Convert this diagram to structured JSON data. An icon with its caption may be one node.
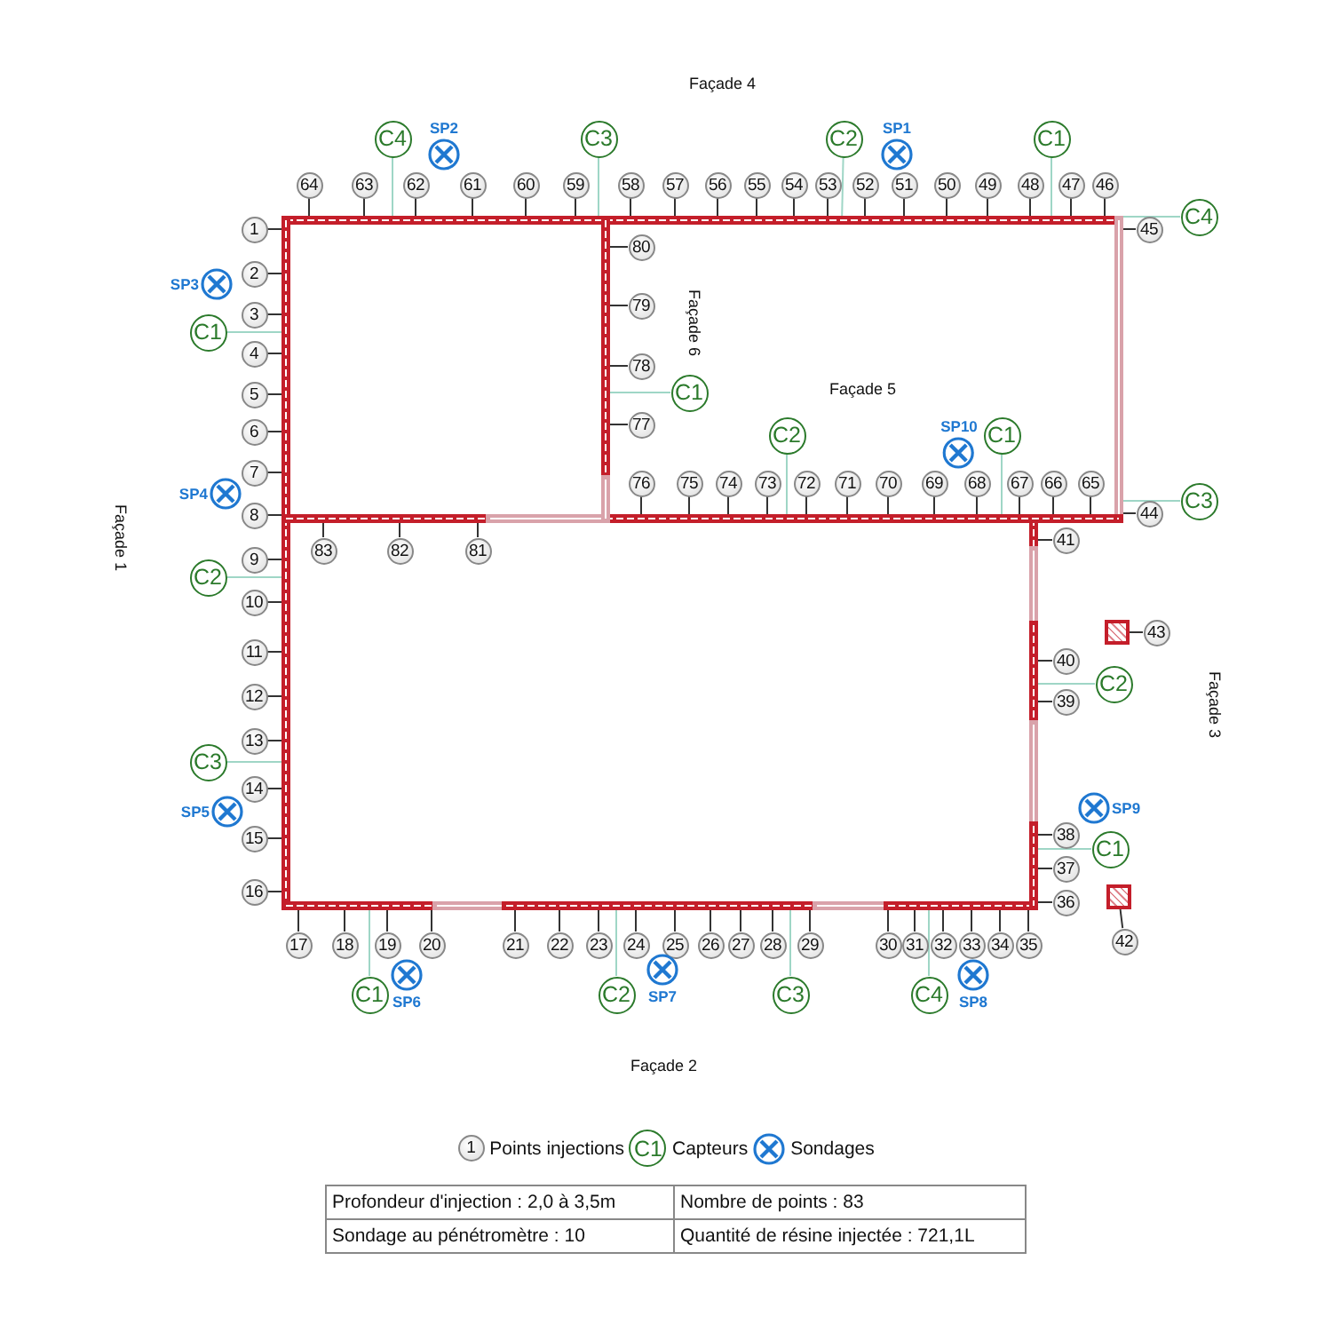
{
  "diagram": {
    "nodes": [
      {
        "text": [
          "1"
        ]
      },
      {
        "text": [
          "2"
        ]
      },
      {
        "text": [
          "3"
        ]
      },
      {
        "text": [
          "4"
        ]
      },
      {
        "text": [
          "5"
        ]
      },
      {
        "text": [
          "6"
        ]
      },
      {
        "text": [
          "7"
        ]
      },
      {
        "text": [
          "8"
        ]
      },
      {
        "text": [
          "9"
        ]
      },
      {
        "text": [
          "10"
        ]
      },
      {
        "text": [
          "11"
        ]
      },
      {
        "text": [
          "12"
        ]
      },
      {
        "text": [
          "13"
        ]
      },
      {
        "text": [
          "14"
        ]
      },
      {
        "text": [
          "15"
        ]
      },
      {
        "text": [
          "16"
        ]
      },
      {
        "text": [
          "17"
        ]
      },
      {
        "text": [
          "18"
        ]
      },
      {
        "text": [
          "19"
        ]
      },
      {
        "text": [
          "20"
        ]
      },
      {
        "text": [
          "21"
        ]
      },
      {
        "text": [
          "22"
        ]
      },
      {
        "text": [
          "23"
        ]
      },
      {
        "text": [
          "24"
        ]
      },
      {
        "text": [
          "25"
        ]
      },
      {
        "text": [
          "26"
        ]
      },
      {
        "text": [
          "27"
        ]
      },
      {
        "text": [
          "28"
        ]
      },
      {
        "text": [
          "29"
        ]
      },
      {
        "text": [
          "30"
        ]
      },
      {
        "text": [
          "31"
        ]
      },
      {
        "text": [
          "32"
        ]
      },
      {
        "text": [
          "33"
        ]
      },
      {
        "text": [
          "34"
        ]
      },
      {
        "text": [
          "35"
        ]
      },
      {
        "text": [
          "36"
        ]
      },
      {
        "text": [
          "37"
        ]
      },
      {
        "text": [
          "38"
        ]
      },
      {
        "text": [
          "39"
        ]
      },
      {
        "text": [
          "40"
        ]
      },
      {
        "text": [
          "41"
        ]
      },
      {
        "text": [
          "42"
        ]
      },
      {
        "text": [
          "43"
        ]
      },
      {
        "text": [
          "44"
        ]
      },
      {
        "text": [
          "45"
        ]
      },
      {
        "text": [
          "46"
        ]
      },
      {
        "text": [
          "47"
        ]
      },
      {
        "text": [
          "48"
        ]
      },
      {
        "text": [
          "49"
        ]
      },
      {
        "text": [
          "50"
        ]
      },
      {
        "text": [
          "51"
        ]
      },
      {
        "text": [
          "52"
        ]
      },
      {
        "text": [
          "53"
        ]
      },
      {
        "text": [
          "54"
        ]
      },
      {
        "text": [
          "55"
        ]
      },
      {
        "text": [
          "56"
        ]
      },
      {
        "text": [
          "57"
        ]
      },
      {
        "text": [
          "58"
        ]
      },
      {
        "text": [
          "59"
        ]
      },
      {
        "text": [
          "60"
        ]
      },
      {
        "text": [
          "61"
        ]
      },
      {
        "text": [
          "62"
        ]
      },
      {
        "text": [
          "63"
        ]
      },
      {
        "text": [
          "64"
        ]
      },
      {
        "text": [
          "65"
        ]
      },
      {
        "text": [
          "66"
        ]
      },
      {
        "text": [
          "67"
        ]
      },
      {
        "text": [
          "68"
        ]
      },
      {
        "text": [
          "69"
        ]
      },
      {
        "text": [
          "70"
        ]
      },
      {
        "text": [
          "71"
        ]
      },
      {
        "text": [
          "72"
        ]
      },
      {
        "text": [
          "73"
        ]
      },
      {
        "text": [
          "74"
        ]
      },
      {
        "text": [
          "75"
        ]
      },
      {
        "text": [
          "76"
        ]
      },
      {
        "text": [
          "77"
        ]
      },
      {
        "text": [
          "78"
        ]
      },
      {
        "text": [
          "79"
        ]
      },
      {
        "text": [
          "80"
        ]
      },
      {
        "text": [
          "81"
        ]
      },
      {
        "text": [
          "82"
        ]
      },
      {
        "text": [
          "83"
        ]
      },
      {
        "text": [],
        "shape": "box"
      },
      {
        "text": [],
        "shape": "box"
      },
      {
        "text": [
          "C4"
        ]
      },
      {
        "text": [
          "C3"
        ]
      },
      {
        "text": [
          "C2"
        ]
      },
      {
        "text": [
          "C1"
        ]
      },
      {
        "text": [
          "C4"
        ]
      },
      {
        "text": [
          "C3"
        ]
      },
      {
        "text": [
          "C1"
        ]
      },
      {
        "text": [
          "C1"
        ]
      },
      {
        "text": [
          "C2"
        ]
      },
      {
        "text": [
          "C1"
        ]
      },
      {
        "text": [
          "C2"
        ]
      },
      {
        "text": [
          "C3"
        ]
      },
      {
        "text": [
          "C2"
        ]
      },
      {
        "text": [
          "C1"
        ]
      },
      {
        "text": [
          "C1"
        ]
      },
      {
        "text": [
          "C2"
        ]
      },
      {
        "text": [
          "C3"
        ]
      },
      {
        "text": [
          "C4"
        ]
      },
      {
        "text": [
          "SP2"
        ]
      },
      {
        "text": [
          "SP1"
        ]
      },
      {
        "text": [
          "SP3"
        ]
      },
      {
        "text": [
          "SP4"
        ]
      },
      {
        "text": [
          "SP5"
        ]
      },
      {
        "text": [
          "SP6"
        ]
      },
      {
        "text": [
          "SP7"
        ]
      },
      {
        "text": [
          "SP8"
        ]
      },
      {
        "text": [
          "SP9"
        ]
      },
      {
        "text": [
          "SP10"
        ]
      },
      {
        "text": [],
        "shape": "bar"
      },
      {
        "text": [],
        "shape": "bar"
      },
      {
        "text": [],
        "shape": "bar"
      },
      {
        "text": [],
        "shape": "bar"
      },
      {
        "text": [],
        "shape": "bar"
      },
      {
        "text": [],
        "shape": "bar"
      },
      {
        "text": [],
        "shape": "bar"
      }
    ],
    "edges": [
      {
        "from": 0,
        "to": 114,
        "arrow": "none"
      },
      {
        "from": 1,
        "to": 114,
        "arrow": "none"
      },
      {
        "from": 2,
        "to": 114,
        "arrow": "none"
      },
      {
        "from": 3,
        "to": 114,
        "arrow": "none"
      },
      {
        "from": 4,
        "to": 114,
        "arrow": "none"
      },
      {
        "from": 5,
        "to": 114,
        "arrow": "none"
      },
      {
        "from": 6,
        "to": 114,
        "arrow": "none"
      },
      {
        "from": 7,
        "to": 114,
        "arrow": "none"
      },
      {
        "from": 8,
        "to": 114,
        "arrow": "none"
      },
      {
        "from": 9,
        "to": 114,
        "arrow": "none"
      },
      {
        "from": 10,
        "to": 114,
        "arrow": "none"
      },
      {
        "from": 11,
        "to": 114,
        "arrow": "none"
      },
      {
        "from": 12,
        "to": 114,
        "arrow": "none"
      },
      {
        "from": 13,
        "to": 114,
        "arrow": "none"
      },
      {
        "from": 14,
        "to": 114,
        "arrow": "none"
      },
      {
        "from": 15,
        "to": 114,
        "arrow": "none"
      },
      {
        "from": 16,
        "to": 115,
        "arrow": "none"
      },
      {
        "from": 17,
        "to": 115,
        "arrow": "none"
      },
      {
        "from": 18,
        "to": 115,
        "arrow": "none"
      },
      {
        "from": 19,
        "to": 115,
        "arrow": "none"
      },
      {
        "from": 20,
        "to": 115,
        "arrow": "none"
      },
      {
        "from": 21,
        "to": 115,
        "arrow": "none"
      },
      {
        "from": 22,
        "to": 115,
        "arrow": "none"
      },
      {
        "from": 23,
        "to": 115,
        "arrow": "none"
      },
      {
        "from": 24,
        "to": 115,
        "arrow": "none"
      },
      {
        "from": 25,
        "to": 115,
        "arrow": "none"
      },
      {
        "from": 26,
        "to": 115,
        "arrow": "none"
      },
      {
        "from": 27,
        "to": 115,
        "arrow": "none"
      },
      {
        "from": 28,
        "to": 115,
        "arrow": "none"
      },
      {
        "from": 29,
        "to": 115,
        "arrow": "none"
      },
      {
        "from": 30,
        "to": 115,
        "arrow": "none"
      },
      {
        "from": 31,
        "to": 115,
        "arrow": "none"
      },
      {
        "from": 32,
        "to": 115,
        "arrow": "none"
      },
      {
        "from": 33,
        "to": 115,
        "arrow": "none"
      },
      {
        "from": 34,
        "to": 115,
        "arrow": "none"
      },
      {
        "from": 35,
        "to": 116,
        "arrow": "none"
      },
      {
        "from": 36,
        "to": 116,
        "arrow": "none"
      },
      {
        "from": 37,
        "to": 116,
        "arrow": "none"
      },
      {
        "from": 38,
        "to": 116,
        "arrow": "none"
      },
      {
        "from": 39,
        "to": 116,
        "arrow": "none"
      },
      {
        "from": 40,
        "to": 116,
        "arrow": "none"
      },
      {
        "from": 41,
        "to": 84,
        "arrow": "none"
      },
      {
        "from": 42,
        "to": 83,
        "arrow": "none"
      },
      {
        "from": 43,
        "to": 117,
        "arrow": "none"
      },
      {
        "from": 44,
        "to": 117,
        "arrow": "none"
      },
      {
        "from": 45,
        "to": 113,
        "arrow": "none"
      },
      {
        "from": 46,
        "to": 113,
        "arrow": "none"
      },
      {
        "from": 47,
        "to": 113,
        "arrow": "none"
      },
      {
        "from": 48,
        "to": 113,
        "arrow": "none"
      },
      {
        "from": 49,
        "to": 113,
        "arrow": "none"
      },
      {
        "from": 50,
        "to": 113,
        "arrow": "none"
      },
      {
        "from": 51,
        "to": 113,
        "arrow": "none"
      },
      {
        "from": 52,
        "to": 113,
        "arrow": "none"
      },
      {
        "from": 53,
        "to": 113,
        "arrow": "none"
      },
      {
        "from": 54,
        "to": 113,
        "arrow": "none"
      },
      {
        "from": 55,
        "to": 113,
        "arrow": "none"
      },
      {
        "from": 56,
        "to": 113,
        "arrow": "none"
      },
      {
        "from": 57,
        "to": 113,
        "arrow": "none"
      },
      {
        "from": 58,
        "to": 113,
        "arrow": "none"
      },
      {
        "from": 59,
        "to": 113,
        "arrow": "none"
      },
      {
        "from": 60,
        "to": 113,
        "arrow": "none"
      },
      {
        "from": 61,
        "to": 113,
        "arrow": "none"
      },
      {
        "from": 62,
        "to": 113,
        "arrow": "none"
      },
      {
        "from": 63,
        "to": 113,
        "arrow": "none"
      },
      {
        "from": 64,
        "to": 118,
        "arrow": "none"
      },
      {
        "from": 65,
        "to": 118,
        "arrow": "none"
      },
      {
        "from": 66,
        "to": 118,
        "arrow": "none"
      },
      {
        "from": 67,
        "to": 118,
        "arrow": "none"
      },
      {
        "from": 68,
        "to": 118,
        "arrow": "none"
      },
      {
        "from": 69,
        "to": 118,
        "arrow": "none"
      },
      {
        "from": 70,
        "to": 118,
        "arrow": "none"
      },
      {
        "from": 71,
        "to": 118,
        "arrow": "none"
      },
      {
        "from": 72,
        "to": 118,
        "arrow": "none"
      },
      {
        "from": 73,
        "to": 118,
        "arrow": "none"
      },
      {
        "from": 74,
        "to": 118,
        "arrow": "none"
      },
      {
        "from": 75,
        "to": 118,
        "arrow": "none"
      },
      {
        "from": 76,
        "to": 119,
        "arrow": "none"
      },
      {
        "from": 77,
        "to": 119,
        "arrow": "none"
      },
      {
        "from": 78,
        "to": 119,
        "arrow": "none"
      },
      {
        "from": 79,
        "to": 119,
        "arrow": "none"
      },
      {
        "from": 80,
        "to": 118,
        "arrow": "none"
      },
      {
        "from": 81,
        "to": 118,
        "arrow": "none"
      },
      {
        "from": 82,
        "to": 118,
        "arrow": "none"
      },
      {
        "from": 85,
        "to": 113,
        "arrow": "none",
        "color": "#9fd6c6"
      },
      {
        "from": 86,
        "to": 113,
        "arrow": "none",
        "color": "#9fd6c6"
      },
      {
        "from": 87,
        "to": 113,
        "arrow": "none",
        "color": "#9fd6c6"
      },
      {
        "from": 88,
        "to": 113,
        "arrow": "none",
        "color": "#9fd6c6"
      },
      {
        "from": 89,
        "to": 117,
        "arrow": "none",
        "color": "#9fd6c6"
      },
      {
        "from": 90,
        "to": 117,
        "arrow": "none",
        "color": "#9fd6c6"
      },
      {
        "from": 91,
        "to": 114,
        "arrow": "none",
        "color": "#9fd6c6"
      },
      {
        "from": 92,
        "to": 119,
        "arrow": "none",
        "color": "#9fd6c6"
      },
      {
        "from": 93,
        "to": 118,
        "arrow": "none",
        "color": "#9fd6c6"
      },
      {
        "from": 94,
        "to": 118,
        "arrow": "none",
        "color": "#9fd6c6"
      },
      {
        "from": 95,
        "to": 114,
        "arrow": "none",
        "color": "#9fd6c6"
      },
      {
        "from": 96,
        "to": 114,
        "arrow": "none",
        "color": "#9fd6c6"
      },
      {
        "from": 97,
        "to": 116,
        "arrow": "none",
        "color": "#9fd6c6"
      },
      {
        "from": 98,
        "to": 116,
        "arrow": "none",
        "color": "#9fd6c6"
      },
      {
        "from": 99,
        "to": 115,
        "arrow": "none",
        "color": "#9fd6c6"
      },
      {
        "from": 100,
        "to": 115,
        "arrow": "none",
        "color": "#9fd6c6"
      },
      {
        "from": 101,
        "to": 115,
        "arrow": "none",
        "color": "#9fd6c6"
      },
      {
        "from": 102,
        "to": 115,
        "arrow": "none",
        "color": "#9fd6c6"
      }
    ],
    "labels": [
      "Façade 4",
      "Façade 6",
      "Façade 5",
      "Façade 1",
      "Façade 3",
      "Façade 2",
      "1",
      "C1",
      "Profondeur d'injection : 2,0 à 3,5m",
      "Nombre de points : 83",
      "Sondage au pénétromètre : 10",
      "Quantité de résine injectée : 721,1L"
    ],
    "legend": [
      {
        "text": "Points injections"
      },
      {
        "text": "Capteurs"
      },
      {
        "text": "Sondages"
      }
    ]
  }
}
